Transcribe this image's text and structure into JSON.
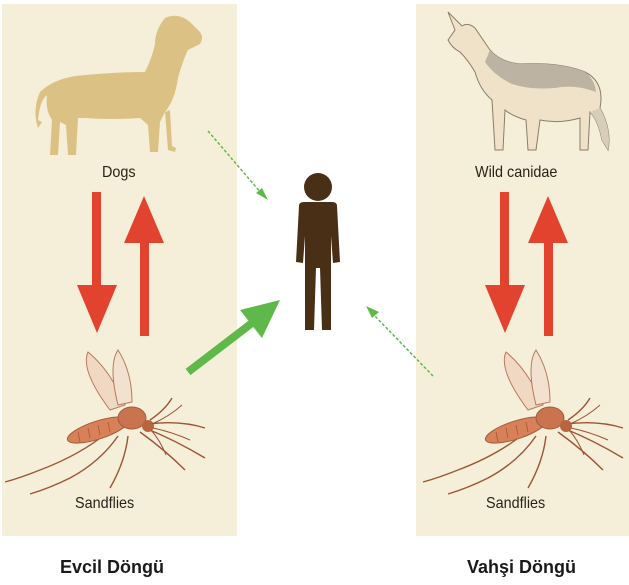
{
  "domestic_cycle": {
    "host_label": "Dogs",
    "vector_label": "Sandflies",
    "caption": "Evcil Döngü"
  },
  "wild_cycle": {
    "host_label": "Wild canidae",
    "vector_label": "Sandflies",
    "caption": "Vahşi Döngü"
  },
  "colors": {
    "panel": "#f5efda",
    "arrow_red": "#e2432f",
    "arrow_green": "#5fb84a",
    "human": "#4a2f17",
    "dog": "#dcc185"
  },
  "icons": [
    "dog-icon",
    "wolf-icon",
    "human-icon",
    "sandfly-icon"
  ]
}
